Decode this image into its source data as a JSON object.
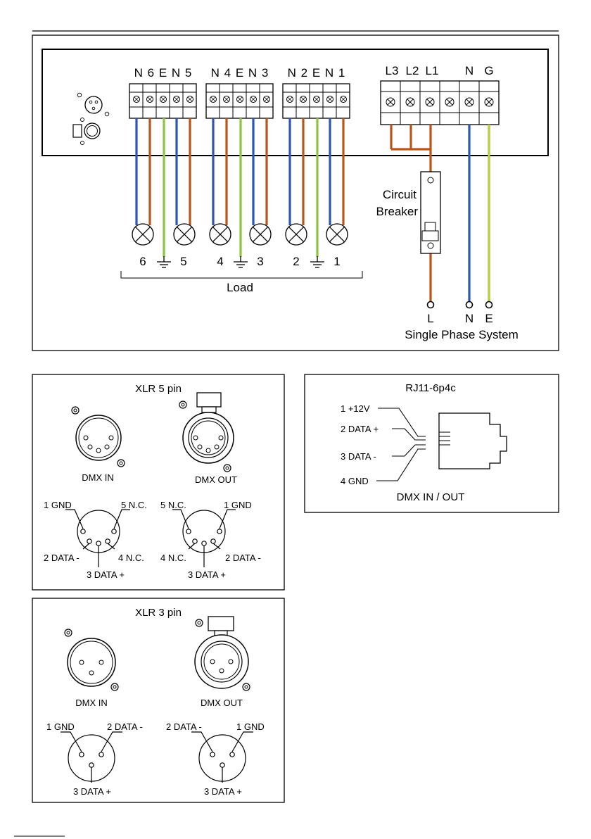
{
  "wiring": {
    "load_group_labels": [
      "N 6 E N 5",
      "N 4 E N 3",
      "N 2 E N 1"
    ],
    "load_numbers": [
      "6",
      "5",
      "4",
      "3",
      "2",
      "1"
    ],
    "load_label": "Load",
    "supply_terminal_labels": [
      "L3",
      "L2",
      "L1",
      "N",
      "G"
    ],
    "breaker_label_line1": "Circuit",
    "breaker_label_line2": "Breaker",
    "supply_end_labels": [
      "L",
      "N",
      "E"
    ],
    "system_label": "Single Phase System",
    "colors": {
      "live": "#b8561a",
      "neutral": "#2f55b4",
      "earth": "#8cc63f",
      "earth_stripe": "#f2d41a"
    }
  },
  "xlr5": {
    "title": "XLR 5 pin",
    "in_label": "DMX IN",
    "out_label": "DMX OUT",
    "left_pins": {
      "top_left": "1 GND",
      "top_right": "5 N.C.",
      "bottom_left": "2 DATA -",
      "bottom_right": "4 N.C.",
      "bottom_center": "3 DATA +"
    },
    "right_pins": {
      "top_left": "5 N.C.",
      "top_right": "1 GND",
      "bottom_left": "4 N.C.",
      "bottom_right": "2 DATA -",
      "bottom_center": "3 DATA +"
    }
  },
  "rj11": {
    "title": "RJ11-6p4c",
    "pins": [
      "1 +12V",
      "2 DATA +",
      "3 DATA -",
      "4 GND"
    ],
    "caption": "DMX IN / OUT"
  },
  "xlr3": {
    "title": "XLR 3 pin",
    "in_label": "DMX IN",
    "out_label": "DMX OUT",
    "left_pins": {
      "top_left": "1 GND",
      "top_right": "2 DATA -",
      "bottom_center": "3 DATA +"
    },
    "right_pins": {
      "top_left": "2 DATA -",
      "top_right": "1 GND",
      "bottom_center": "3 DATA +"
    }
  }
}
